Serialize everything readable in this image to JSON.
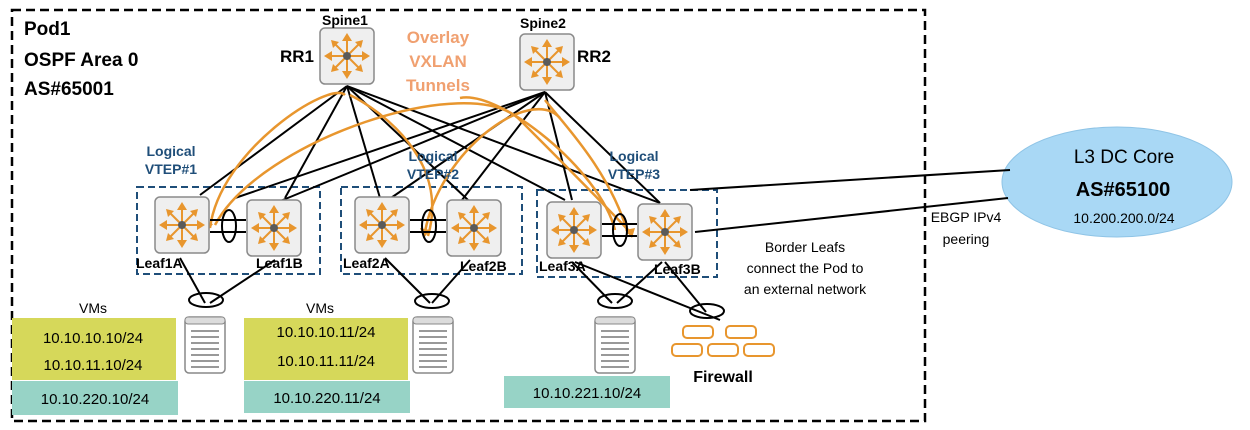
{
  "pod": {
    "name": "Pod1",
    "area": "OSPF Area 0",
    "as": "AS#65001"
  },
  "spines": [
    {
      "name": "Spine1",
      "rr": "RR1"
    },
    {
      "name": "Spine2",
      "rr": "RR2"
    }
  ],
  "overlay_label": [
    "Overlay",
    "VXLAN",
    "Tunnels"
  ],
  "vteps": [
    {
      "line1": "Logical",
      "line2": "VTEP#1"
    },
    {
      "line1": "Logical",
      "line2": "VTEP#2"
    },
    {
      "line1": "Logical",
      "line2": "VTEP#3"
    }
  ],
  "leafs": [
    "Leaf1A",
    "Leaf1B",
    "Leaf2A",
    "Leaf2B",
    "Leaf3A",
    "Leaf3B"
  ],
  "vm_groups": [
    {
      "title": "VMs",
      "ips": [
        "10.10.10.10/24",
        "10.10.11.10/24"
      ],
      "mgmt": "10.10.220.10/24"
    },
    {
      "title": "VMs",
      "ips": [
        "10.10.10.11/24",
        "10.10.11.11/24"
      ],
      "mgmt": "10.10.220.11/24"
    },
    {
      "title": "",
      "ips": [],
      "mgmt": "10.10.221.10/24"
    }
  ],
  "firewall_label": "Firewall",
  "border_note": [
    "Border Leafs",
    "connect the Pod to",
    "an external network"
  ],
  "ebgp_note": [
    "EBGP IPv4",
    "peering"
  ],
  "core": {
    "title": "L3 DC Core",
    "as": "AS#65100",
    "network": "10.200.200.0/24"
  },
  "colors": {
    "arrow_orange": "#e8962e",
    "overlay_orange": "#e8962e",
    "overlay_text": "#f0a070",
    "vtep_blue": "#1f4e79",
    "core_fill": "#a9d8f5",
    "vm_yellow": "#d6d85a",
    "mgmt_teal": "#97d3c6",
    "firewall_orange": "#e8962e"
  }
}
